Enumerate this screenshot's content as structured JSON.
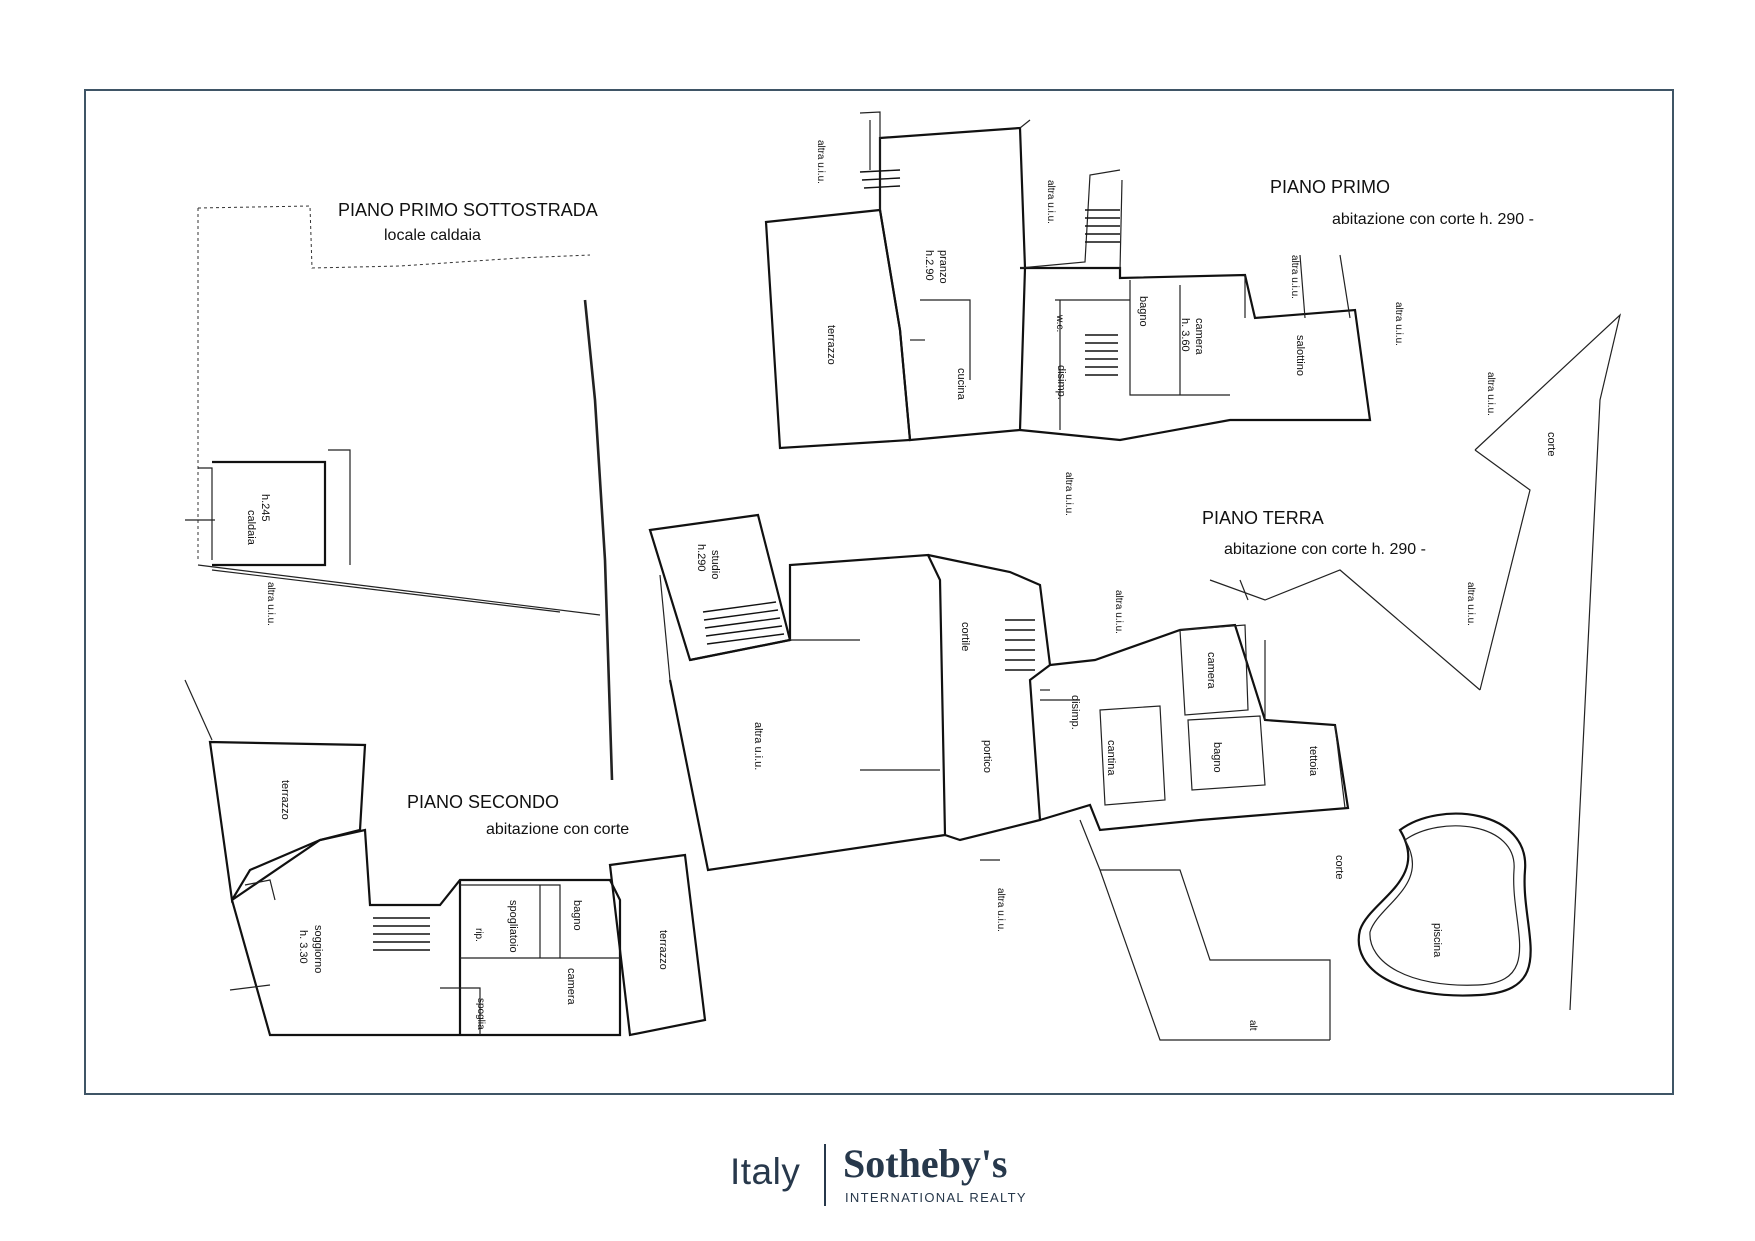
{
  "floors": {
    "sottostrada": {
      "title": "PIANO PRIMO SOTTOSTRADA",
      "subtitle": "locale caldaia"
    },
    "primo": {
      "title": "PIANO PRIMO",
      "subtitle": "abitazione con corte h. 290 -"
    },
    "terra": {
      "title": "PIANO TERRA",
      "subtitle": "abitazione con corte h. 290 -"
    },
    "secondo": {
      "title": "PIANO SECONDO",
      "subtitle": "abitazione con corte"
    }
  },
  "rooms": {
    "caldaia": "caldaia",
    "caldaia_h": "h.245",
    "pranzo": "pranzo",
    "pranzo_h": "h.2.90",
    "terrazzo_primo": "terrazzo",
    "cucina": "cucina",
    "wc": "w.c.",
    "disimp_primo": "disimp.",
    "bagno_primo": "bagno",
    "camera_primo": "camera",
    "camera_primo_h": "h. 3.60",
    "salottino": "salottino",
    "corte_primo": "corte",
    "studio": "studio",
    "studio_h": "h.290",
    "altra_terra_main": "altra u.i.u.",
    "cortile": "cortile",
    "portico": "portico",
    "disimp_terra": "disimp.",
    "cantina": "cantina",
    "camera_terra": "camera",
    "bagno_terra": "bagno",
    "tettoia": "tettoia",
    "corte_terra": "corte",
    "piscina": "piscina",
    "terrazzo_sec_left": "terrazzo",
    "soggiorno": "soggiorno",
    "soggiorno_h": "h. 3.30",
    "rip": "rip.",
    "spogliatoio": "spogliatoio",
    "bagno_sec": "bagno",
    "camera_sec": "camera",
    "terrazzo_sec_right": "terrazzo",
    "spoglia": "spoglia"
  },
  "neighbor_labels": {
    "label": "altra u.i.u.",
    "short": "alt"
  },
  "logo": {
    "country": "Italy",
    "brand": "Sotheby's",
    "tagline": "INTERNATIONAL REALTY"
  },
  "colors": {
    "frame": "#3f5566",
    "logo": "#27384b"
  }
}
